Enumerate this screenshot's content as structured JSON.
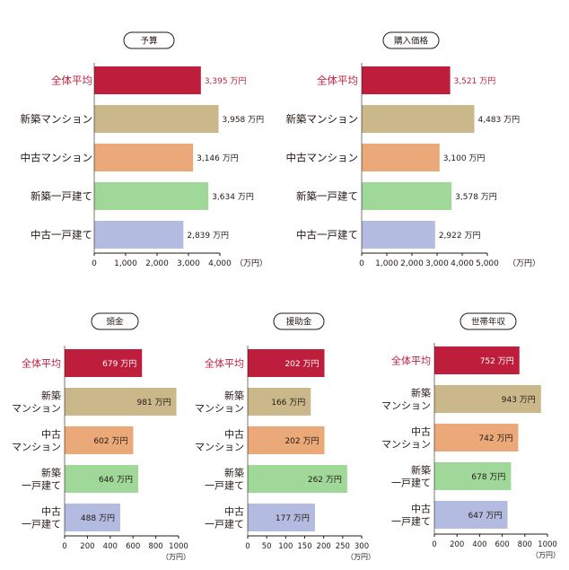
{
  "colors": {
    "overall": "#be1e3c",
    "new_condo": "#cbb88a",
    "used_condo": "#eba878",
    "new_house": "#a0d89a",
    "used_house": "#b3bce0",
    "highlight_text": "#be1e3c",
    "text": "#231815",
    "axis": "#231815"
  },
  "chart_data": [
    {
      "type": "bar",
      "orientation": "horizontal",
      "title": "予算",
      "categories": [
        "全体平均",
        "新築マンション",
        "中古マンション",
        "新築一戸建て",
        "中古一戸建て"
      ],
      "values": [
        3395,
        3958,
        3146,
        3634,
        2839
      ],
      "value_labels": [
        "3,395 万円",
        "3,958 万円",
        "3,146 万円",
        "3,634 万円",
        "2,839 万円"
      ],
      "xlim": [
        0,
        4000
      ],
      "xticks": [
        "0",
        "1,000",
        "2,000",
        "3,000",
        "4,000"
      ],
      "unit": "（万円）",
      "grid": false
    },
    {
      "type": "bar",
      "orientation": "horizontal",
      "title": "購入価格",
      "categories": [
        "全体平均",
        "新築マンション",
        "中古マンション",
        "新築一戸建て",
        "中古一戸建て"
      ],
      "values": [
        3521,
        4483,
        3100,
        3578,
        2922
      ],
      "value_labels": [
        "3,521 万円",
        "4,483 万円",
        "3,100 万円",
        "3,578 万円",
        "2,922 万円"
      ],
      "xlim": [
        0,
        5000
      ],
      "xticks": [
        "0",
        "1,000",
        "2,000",
        "3,000",
        "4,000",
        "5,000"
      ],
      "unit": "（万円）",
      "grid": false
    },
    {
      "type": "bar",
      "orientation": "horizontal",
      "title": "頭金",
      "categories": [
        "全体平均",
        "新築\nマンション",
        "中古\nマンション",
        "新築\n一戸建て",
        "中古\n一戸建て"
      ],
      "values": [
        679,
        981,
        602,
        646,
        488
      ],
      "value_labels": [
        "679 万円",
        "981 万円",
        "602 万円",
        "646 万円",
        "488 万円"
      ],
      "xlim": [
        0,
        1000
      ],
      "xticks": [
        "0",
        "200",
        "400",
        "600",
        "800",
        "1000"
      ],
      "unit": "（万円）",
      "grid": false
    },
    {
      "type": "bar",
      "orientation": "horizontal",
      "title": "援助金",
      "categories": [
        "全体平均",
        "新築\nマンション",
        "中古\nマンション",
        "新築\n一戸建て",
        "中古\n一戸建て"
      ],
      "values": [
        202,
        166,
        202,
        262,
        177
      ],
      "value_labels": [
        "202 万円",
        "166 万円",
        "202 万円",
        "262 万円",
        "177 万円"
      ],
      "xlim": [
        0,
        300
      ],
      "xticks": [
        "0",
        "50",
        "100",
        "150",
        "200",
        "250",
        "300"
      ],
      "unit": "（万円）",
      "grid": false
    },
    {
      "type": "bar",
      "orientation": "horizontal",
      "title": "世帯年収",
      "categories": [
        "全体平均",
        "新築\nマンション",
        "中古\nマンション",
        "新築\n一戸建て",
        "中古\n一戸建て"
      ],
      "values": [
        752,
        943,
        742,
        678,
        647
      ],
      "value_labels": [
        "752 万円",
        "943 万円",
        "742 万円",
        "678 万円",
        "647 万円"
      ],
      "xlim": [
        0,
        1000
      ],
      "xticks": [
        "0",
        "200",
        "400",
        "600",
        "800",
        "1000"
      ],
      "unit": "（万円）",
      "grid": false
    }
  ]
}
